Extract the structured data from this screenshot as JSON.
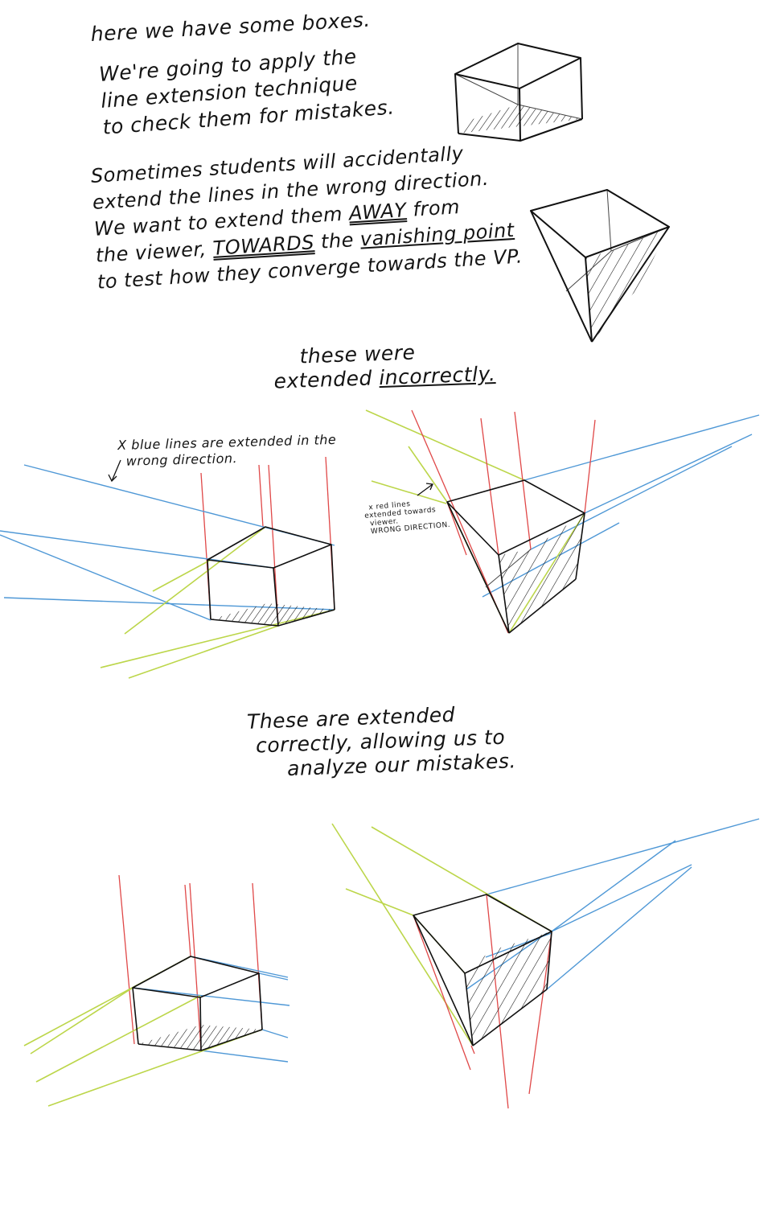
{
  "intro": {
    "line1": "here we have some boxes.",
    "line2": "We're going to apply the",
    "line3": "line extension technique",
    "line4": "to check them for mistakes."
  },
  "explain": {
    "line1": "Sometimes students will accidentally",
    "line2": "extend the lines in the wrong direction.",
    "line3_a": "We want to extend them ",
    "line3_b": "AWAY",
    "line3_c": " from",
    "line4_a": "the viewer, ",
    "line4_b": "TOWARDS",
    "line4_c": " the ",
    "line4_d": "vanishing point",
    "line5": "to test how they converge towards the VP."
  },
  "incorrect_heading": {
    "line1": "these were",
    "line2_a": "extended ",
    "line2_b": "incorrectly."
  },
  "blue_note": {
    "line1": "X blue lines are extended in the",
    "line2": "wrong direction."
  },
  "red_note": {
    "line1": "x red lines",
    "line2": "extended towards",
    "line3": "viewer.",
    "line4": "WRONG DIRECTION."
  },
  "correct_heading": {
    "line1": "These are extended",
    "line2": "correctly, allowing us to",
    "line3": "analyze our mistakes."
  },
  "colors": {
    "ink": "#111111",
    "blue": "#4f98d6",
    "red": "#e04848",
    "green": "#bcd64a"
  }
}
